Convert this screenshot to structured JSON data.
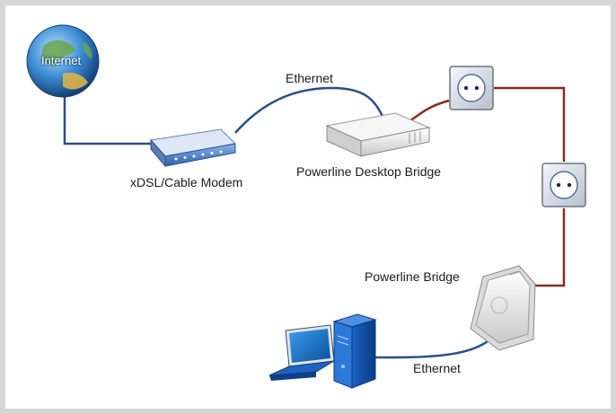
{
  "labels": {
    "internet": "Internet",
    "ethernet_top": "Ethernet",
    "modem": "xDSL/Cable Modem",
    "desktop_bridge": "Powerline Desktop Bridge",
    "powerline_bridge": "Powerline Bridge",
    "ethernet_bottom": "Ethernet"
  },
  "colors": {
    "ethernet_cable": "#2a4f86",
    "power_cable": "#8b2a22",
    "frame": "#d6d6d6"
  },
  "icons": [
    "globe-icon",
    "modem-icon",
    "desktop-bridge-icon",
    "power-outlet-icon",
    "power-outlet-icon",
    "powerline-bridge-icon",
    "laptop-icon",
    "desktop-tower-icon"
  ]
}
